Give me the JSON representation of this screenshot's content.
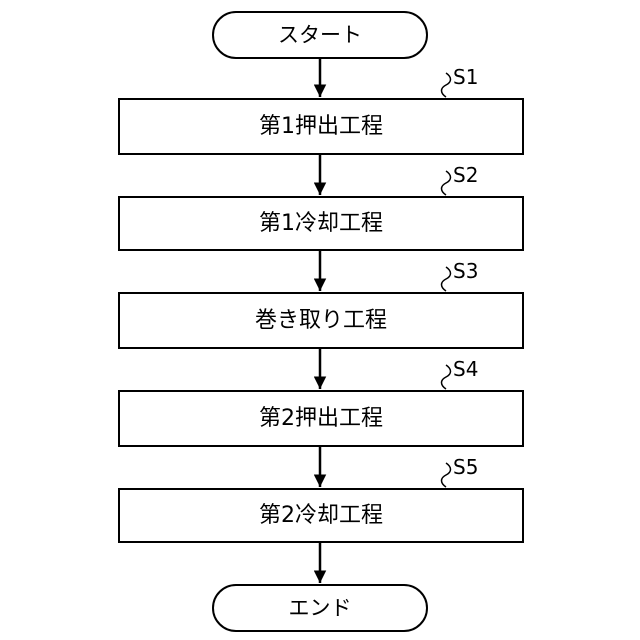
{
  "flowchart": {
    "start_label": "スタート",
    "end_label": "エンド",
    "steps": [
      {
        "id": "S1",
        "label": "第1押出工程"
      },
      {
        "id": "S2",
        "label": "第1冷却工程"
      },
      {
        "id": "S3",
        "label": "巻き取り工程"
      },
      {
        "id": "S4",
        "label": "第2押出工程"
      },
      {
        "id": "S5",
        "label": "第2冷却工程"
      }
    ]
  }
}
